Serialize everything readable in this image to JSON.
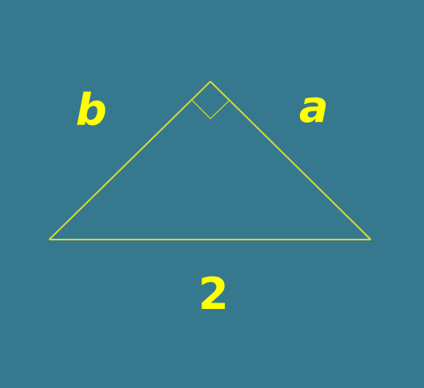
{
  "colors": {
    "background": "#36788e",
    "stroke": "#d6d83a",
    "label": "#ffff00"
  },
  "labels": {
    "leg_left": "b",
    "leg_right": "a",
    "hypotenuse": "2"
  }
}
